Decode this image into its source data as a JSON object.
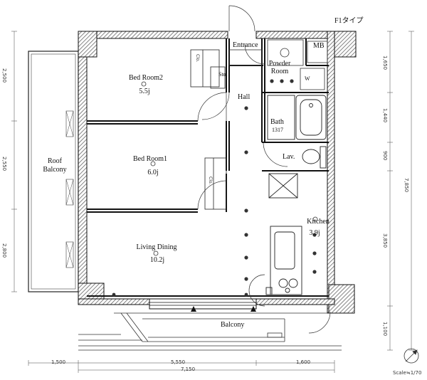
{
  "plan": {
    "type_label": "F1タイプ",
    "scale": "Scale≒1/70",
    "rooms": {
      "bedroom2": {
        "name": "Bed Room2",
        "size": "5.5j"
      },
      "bedroom1": {
        "name": "Bed Room1",
        "size": "6.0j"
      },
      "living": {
        "name": "Living Dining",
        "size": "10.2j"
      },
      "kitchen": {
        "name": "Kitchen",
        "size": "3.9j"
      },
      "roof_balcony": {
        "name_line1": "Roof",
        "name_line2": "Balcony"
      },
      "balcony": "Balcony",
      "entrance": "Entrance",
      "powder_room_line1": "Powder",
      "powder_room_line2": "Room",
      "hall": "Hall",
      "bath": "Bath",
      "bath_size": "1317",
      "lav": "Lav.",
      "mb": "MB",
      "clo": "Clo.",
      "sto": "Sto.",
      "w": "W"
    },
    "dims_bottom": {
      "d1": "1,500",
      "d2": "5,550",
      "d3": "1,600",
      "total": "7,150"
    },
    "dims_left": {
      "d1": "2,500",
      "d2": "2,550",
      "d3": "2,800"
    },
    "dims_right": {
      "d1": "1,650",
      "d2": "1,440",
      "d3": "900",
      "d4": "3,850",
      "d5": "1,100",
      "total": "7,850"
    }
  },
  "colors": {
    "wall": "#1a1a1a",
    "hatch": "#777777",
    "line": "#222222"
  }
}
